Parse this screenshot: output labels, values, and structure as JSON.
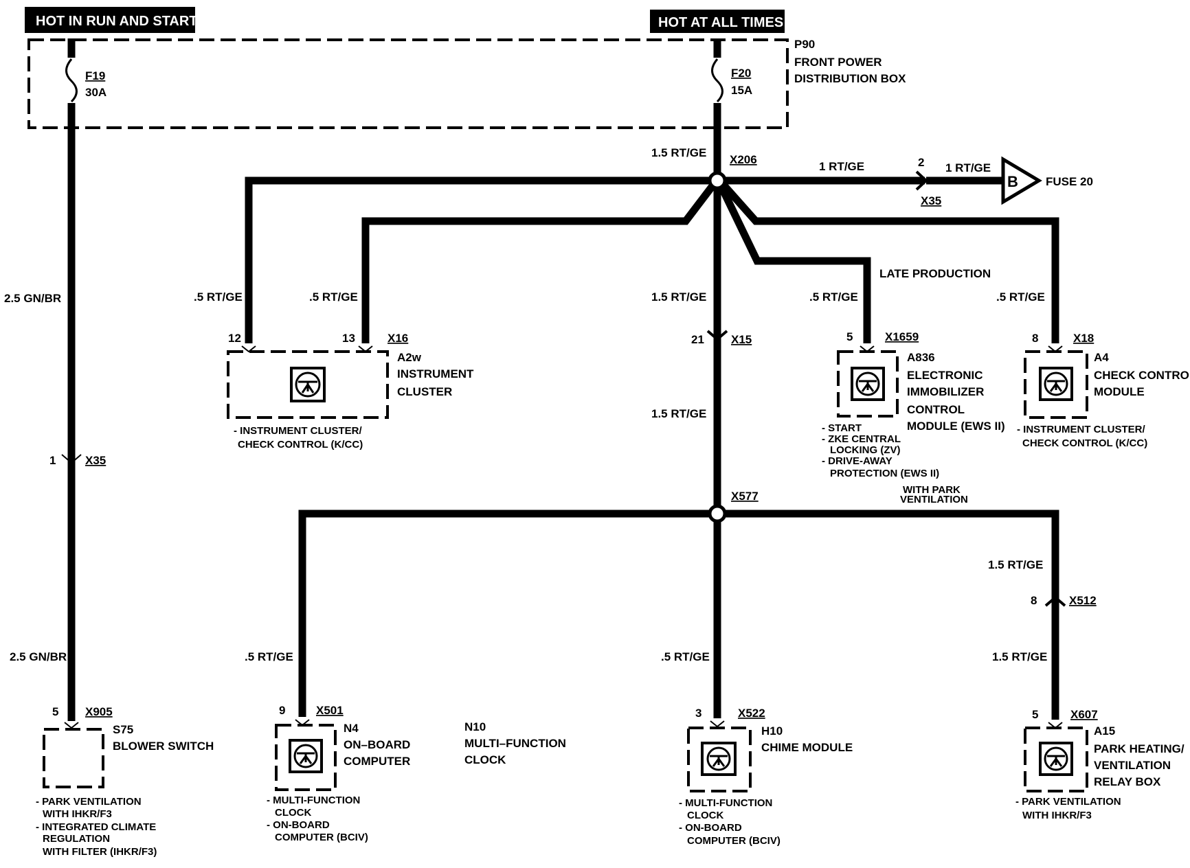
{
  "headers": {
    "run_start": "HOT IN RUN AND START",
    "all_times": "HOT AT ALL TIMES"
  },
  "power_box": {
    "id": "P90",
    "name_l1": "FRONT POWER",
    "name_l2": "DISTRIBUTION BOX"
  },
  "fuses": {
    "f19": {
      "id": "F19",
      "rating": "30A"
    },
    "f20": {
      "id": "F20",
      "rating": "15A"
    }
  },
  "wires": {
    "gn_br_upper": "2.5 GN/BR",
    "gn_br_lower": "2.5 GN/BR",
    "rt_ge_main_top": "1.5 RT/GE",
    "fuse_out_1": "1 RT/GE",
    "fuse_out_2": "1 RT/GE",
    "a2w_pin12": ".5 RT/GE",
    "a2w_pin13": ".5 RT/GE",
    "x15_upper": "1.5 RT/GE",
    "x15_lower": "1.5 RT/GE",
    "a836": ".5 RT/GE",
    "a4": ".5 RT/GE",
    "n4": ".5 RT/GE",
    "h10": ".5 RT/GE",
    "a15_upper": "1.5 RT/GE",
    "a15_lower": "1.5 RT/GE"
  },
  "splices": {
    "x206": "X206",
    "x577": "X577"
  },
  "connectors": {
    "x35_top": {
      "id": "X35",
      "pin": "2"
    },
    "x35_left": {
      "id": "X35",
      "pin": "1"
    },
    "x15": {
      "id": "X15",
      "pin": "21"
    },
    "x16": {
      "id": "X16",
      "pin_a": "12",
      "pin_b": "13"
    },
    "x1659": {
      "id": "X1659",
      "pin": "5"
    },
    "x18": {
      "id": "X18",
      "pin": "8"
    },
    "x905": {
      "id": "X905",
      "pin": "5"
    },
    "x501": {
      "id": "X501",
      "pin": "9"
    },
    "x522": {
      "id": "X522",
      "pin": "3"
    },
    "x512": {
      "id": "X512",
      "pin": "8"
    },
    "x607": {
      "id": "X607",
      "pin": "5"
    }
  },
  "offpage": {
    "letter": "B",
    "label": "FUSE 20"
  },
  "notes": {
    "late_production": "LATE PRODUCTION",
    "park_vent_l1": "WITH PARK",
    "park_vent_l2": "VENTILATION"
  },
  "components": {
    "a2w": {
      "id": "A2w",
      "name_l1": "INSTRUMENT",
      "name_l2": "CLUSTER",
      "note_l1": "- INSTRUMENT CLUSTER/",
      "note_l2": "CHECK CONTROL (K/CC)"
    },
    "a836": {
      "id": "A836",
      "name_l1": "ELECTRONIC",
      "name_l2": "IMMOBILIZER",
      "name_l3": "CONTROL",
      "name_l4": "MODULE (EWS II)",
      "note_l1": "- START",
      "note_l2": "- ZKE CENTRAL",
      "note_l3": "LOCKING (ZV)",
      "note_l4": "- DRIVE-AWAY",
      "note_l5": "PROTECTION (EWS II)"
    },
    "a4": {
      "id": "A4",
      "name_l1": "CHECK CONTROL",
      "name_l2": "MODULE",
      "note_l1": "- INSTRUMENT CLUSTER/",
      "note_l2": "CHECK CONTROL (K/CC)"
    },
    "s75": {
      "id": "S75",
      "name_l1": "BLOWER SWITCH",
      "note_l1": "- PARK VENTILATION",
      "note_l2": "WITH IHKR/F3",
      "note_l3": "- INTEGRATED CLIMATE",
      "note_l4": "REGULATION",
      "note_l5": "WITH FILTER (IHKR/F3)"
    },
    "n4": {
      "id": "N4",
      "name_l1": "ON–BOARD",
      "name_l2": "COMPUTER",
      "note_l1": "- MULTI-FUNCTION",
      "note_l2": "CLOCK",
      "note_l3": "- ON-BOARD",
      "note_l4": "COMPUTER (BCIV)"
    },
    "n10": {
      "id": "N10",
      "name_l1": "MULTI–FUNCTION",
      "name_l2": "CLOCK"
    },
    "h10": {
      "id": "H10",
      "name_l1": "CHIME MODULE",
      "note_l1": "- MULTI-FUNCTION",
      "note_l2": "CLOCK",
      "note_l3": "- ON-BOARD",
      "note_l4": "COMPUTER (BCIV)"
    },
    "a15": {
      "id": "A15",
      "name_l1": "PARK HEATING/",
      "name_l2": "VENTILATION",
      "name_l3": "RELAY BOX",
      "note_l1": "- PARK VENTILATION",
      "note_l2": "WITH IHKR/F3"
    }
  }
}
